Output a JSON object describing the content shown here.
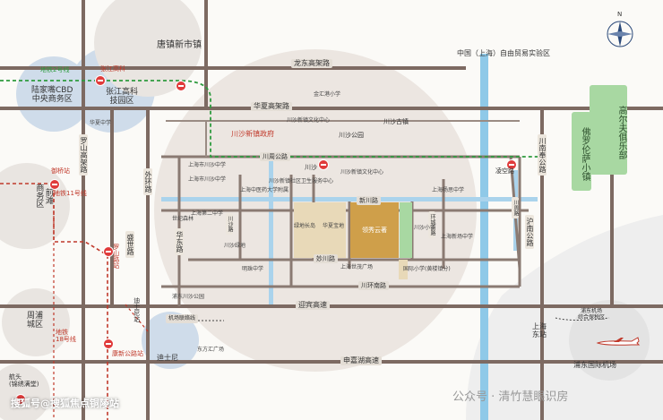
{
  "colors": {
    "road": "#7d6a62",
    "main_road": "#6b5a54",
    "river": "#8fc9e8",
    "metro_line_2": "#2e9b3e",
    "metro_line_11": "#d64040",
    "metro_dash": "#c0392b",
    "park_green": "#a8d8a2",
    "circle_fill": "#e9e5e1",
    "blue_circle": "#cfdcea",
    "project_plot": "#cf9f4a",
    "plot_light": "#e8d9b8"
  },
  "districts": {
    "tangzhen": "唐镇新市镇",
    "ftz": "中国（上海）自由贸易实验区",
    "lujiazui": "陆家嘴CBD\n中央商务区",
    "zhangjiang": "张江高科\n技园区",
    "qiantan": "前滩\n商务区",
    "zhoupu": "周浦\n城区",
    "golf": "高尔夫俱乐部",
    "florence": "佛罗伦萨小镇",
    "disney_label": "迪士尼",
    "pudong_airport": "浦东国际机场",
    "airport_transit": "浦东机场\n综合保税区",
    "shanghai_east": "上海\n东站",
    "chuansha_gov": "川沙新镇政府",
    "chuansha_park": "川沙公园",
    "chuansha_ancient": "川沙古镇",
    "project": "领秀云著"
  },
  "roads": {
    "longdong": "龙东高架路",
    "huaxia": "华夏高架路",
    "chuanzhou": "川周公路",
    "yingbin": "迎宾高速",
    "shenjia": "申嘉湖高速",
    "chuanhuan": "川环南路",
    "chuannan": "川南奉公路",
    "jichang": "机场联络线",
    "huadong": "华东路",
    "wainan": "外环路",
    "luoshan": "罗山高架路",
    "shengshi": "盛世路",
    "chuanzhoubei": "川周路",
    "xinchuan": "新川路",
    "miaoxin": "妙川路",
    "hunan": "沪南公路",
    "chuanshanan": "川沙路",
    "huanchengnan": "环城南路",
    "pudongyunhe": "浦东运河",
    "changjiang": "川沙路"
  },
  "metro": {
    "line2": "地铁2号线",
    "line11": "地铁11号线",
    "line16": "地铁\n18号线",
    "zhangjiang_station": "张江高科",
    "chuansha_station": "川沙",
    "lingkong_station": "凌空路",
    "yushan_station": "御桥站",
    "luoshan_station": "罗山路站",
    "kangxin_station": "康新公路站",
    "hangtou_station": "航头\n(锦绣满堂)",
    "disney_station": "迪士尼站"
  },
  "pois": [
    "金汇港小学",
    "上海市川沙中学",
    "川沙新镇文化中心",
    "川沙新镇社区卫生服务中心",
    "上海杨思中学",
    "国际小学(黄楼镇分)",
    "上海中医药大学附属",
    "川沙新镇文化中心",
    "川沙新镇政府",
    "明珠中学",
    "上海市川沙中学",
    "上海新场中学",
    "川沙小学",
    "华夏中学",
    "上海第二中学",
    "世纪森林",
    "浦东川沙公园",
    "川沙绿地",
    "绿地长岛",
    "华夏宝地",
    "上海世茂广场",
    "东方汇广场"
  ],
  "watermark_left": "搜狐号@搜狐焦点铜陵站",
  "watermark_right": "公众号 · 清竹慧眼识房",
  "compass_label": "N"
}
